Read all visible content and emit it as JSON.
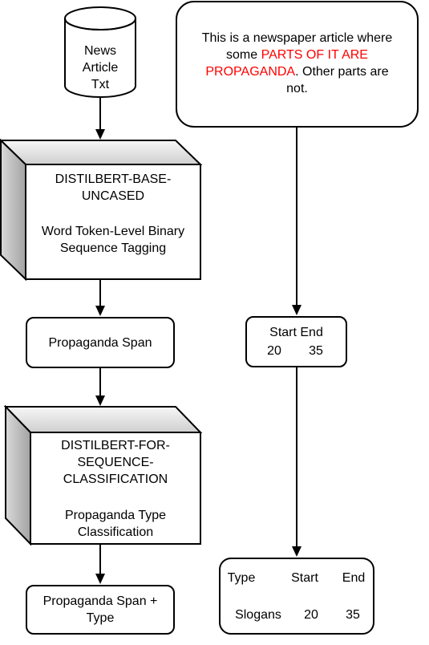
{
  "nodes": {
    "source_db": {
      "lines": [
        "News",
        "Article",
        "Txt"
      ]
    },
    "distilbert_base": {
      "title_lines": [
        "DISTILBERT-BASE-",
        "UNCASED"
      ],
      "task_lines": [
        "Word Token-Level Binary",
        "Sequence Tagging"
      ]
    },
    "propaganda_span": {
      "label": "Propaganda Span"
    },
    "distilbert_seq": {
      "title_lines": [
        "DISTILBERT-FOR-",
        "SEQUENCE-",
        "CLASSIFICATION"
      ],
      "task_lines": [
        "Propaganda Type",
        "Classification"
      ]
    },
    "span_type": {
      "lines": [
        "Propaganda Span +",
        "Type"
      ]
    },
    "example_article": {
      "line1": "This is a newspaper article where",
      "line2_plain": "some ",
      "line2_highlight": "PARTS OF IT ARE",
      "line3_highlight": "PROPAGANDA",
      "line3_plain": ". Other parts are",
      "line4": "not."
    },
    "example_span": {
      "header": "Start End",
      "start": "20",
      "end": "35"
    },
    "example_result": {
      "headers": [
        "Type",
        "Start",
        "End"
      ],
      "values": [
        "Slogans",
        "20",
        "35"
      ]
    }
  },
  "colors": {
    "stroke": "#000000",
    "fill": "#ffffff",
    "highlight": "#ff0000",
    "shade_light": "#f2f2f2",
    "shade_dark": "#a6a6a6"
  }
}
